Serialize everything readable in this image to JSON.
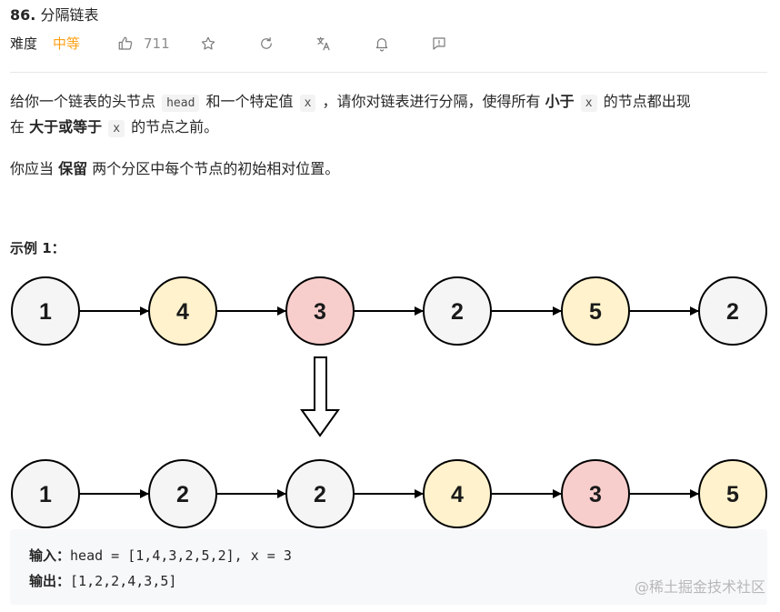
{
  "problem": {
    "number": "86.",
    "title": "分隔链表",
    "difficulty_label": "难度",
    "difficulty_value": "中等",
    "likes": "711"
  },
  "toolbar": {
    "icons": [
      "thumbs-up-icon",
      "star-icon",
      "share-icon",
      "translate-icon",
      "bell-icon",
      "feedback-icon"
    ]
  },
  "description": {
    "p1_a": "给你一个链表的头节点",
    "p1_code_head": "head",
    "p1_b": "和一个特定值",
    "p1_code_x": "x",
    "p1_c": "，请你对链表进行分隔，使得所有",
    "p1_bold_less": "小于",
    "p1_code_x2": "x",
    "p1_d": "的节点都出现",
    "p2_a": "在",
    "p2_bold_ge": "大于或等于",
    "p2_code_x": "x",
    "p2_b": "的节点之前。",
    "p3_a": "你应当",
    "p3_bold": "保留",
    "p3_b": "两个分区中每个节点的初始相对位置。"
  },
  "example": {
    "title": "示例 1：",
    "before_list": [
      {
        "value": "1",
        "color": "#f5f5f5"
      },
      {
        "value": "4",
        "color": "#fff2cc"
      },
      {
        "value": "3",
        "color": "#f8cecc"
      },
      {
        "value": "2",
        "color": "#f5f5f5"
      },
      {
        "value": "5",
        "color": "#fff2cc"
      },
      {
        "value": "2",
        "color": "#f5f5f5"
      }
    ],
    "after_list": [
      {
        "value": "1",
        "color": "#f5f5f5"
      },
      {
        "value": "2",
        "color": "#f5f5f5"
      },
      {
        "value": "2",
        "color": "#f5f5f5"
      },
      {
        "value": "4",
        "color": "#fff2cc"
      },
      {
        "value": "3",
        "color": "#f8cecc"
      },
      {
        "value": "5",
        "color": "#fff2cc"
      }
    ],
    "input_label": "输入：",
    "input_value": "head = [1,4,3,2,5,2], x = 3",
    "output_label": "输出：",
    "output_value": "[1,2,2,4,3,5]"
  },
  "watermark": "@稀土掘金技术社区"
}
